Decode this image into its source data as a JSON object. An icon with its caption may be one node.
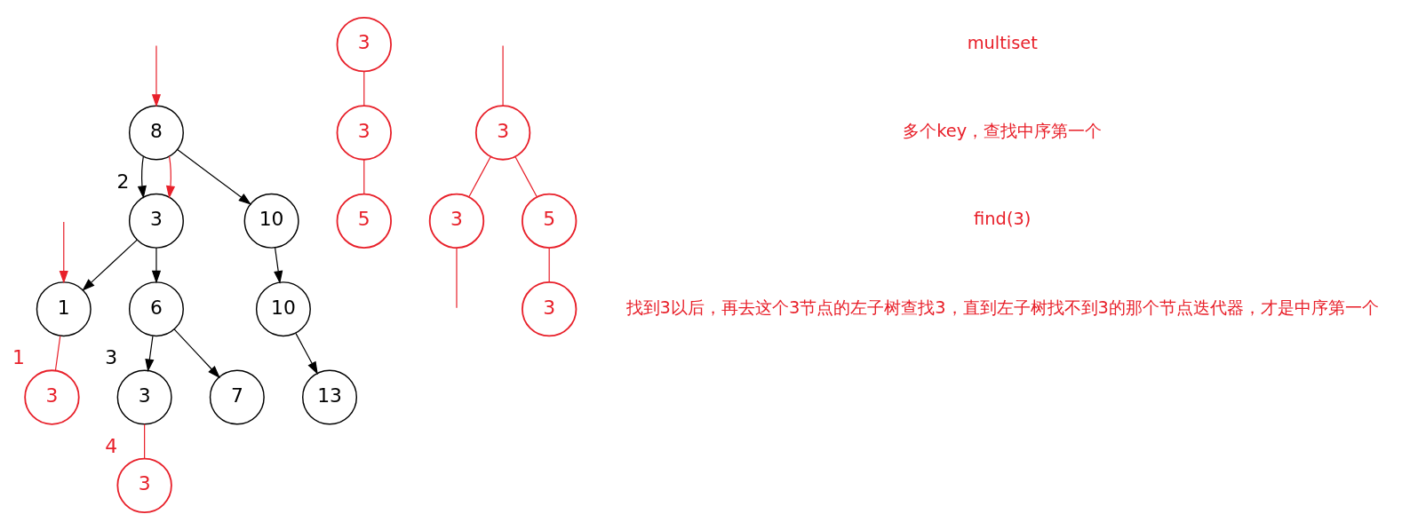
{
  "diagram": {
    "nodes": [
      {
        "text": [
          "8"
        ]
      },
      {
        "text": [
          "3"
        ],
        "beside": [
          "2"
        ]
      },
      {
        "text": [
          "10"
        ]
      },
      {
        "text": [
          "1"
        ]
      },
      {
        "text": [
          "6"
        ]
      },
      {
        "text": [
          "10"
        ]
      },
      {
        "text": [
          "3"
        ],
        "beside": [
          "3"
        ]
      },
      {
        "text": [
          "7"
        ]
      },
      {
        "text": [
          "13"
        ]
      },
      {
        "text": [
          "3"
        ],
        "beside": [
          "1"
        ]
      },
      {
        "text": [
          "3"
        ],
        "beside": [
          "4"
        ]
      },
      {
        "text": [
          "3"
        ]
      },
      {
        "text": [
          "3"
        ]
      },
      {
        "text": [
          "5"
        ]
      },
      {
        "text": [
          "3"
        ]
      },
      {
        "text": [
          "3"
        ]
      },
      {
        "text": [
          "5"
        ]
      },
      {
        "text": [
          "3"
        ]
      }
    ],
    "edges": [
      {
        "from": 0,
        "to": 1,
        "arrow": "to",
        "color": "#000000"
      },
      {
        "from": 0,
        "to": 2,
        "arrow": "to",
        "color": "#000000"
      },
      {
        "from": 1,
        "to": 3,
        "arrow": "to",
        "color": "#000000"
      },
      {
        "from": 1,
        "to": 4,
        "arrow": "to",
        "color": "#000000"
      },
      {
        "from": 2,
        "to": 5,
        "arrow": "to",
        "color": "#000000"
      },
      {
        "from": 4,
        "to": 6,
        "arrow": "to",
        "color": "#000000"
      },
      {
        "from": 4,
        "to": 7,
        "arrow": "to",
        "color": "#000000"
      },
      {
        "from": 5,
        "to": 8,
        "arrow": "to",
        "color": "#000000"
      },
      {
        "from": 3,
        "to": 9,
        "arrow": "none"
      },
      {
        "from": 6,
        "to": 10,
        "arrow": "none"
      },
      {
        "from": null,
        "to": 0,
        "arrow": "to"
      },
      {
        "from": 0,
        "to": 1,
        "arrow": "to"
      },
      {
        "from": null,
        "to": 3,
        "arrow": "to"
      },
      {
        "from": 11,
        "to": 12,
        "arrow": "none"
      },
      {
        "from": 12,
        "to": 13,
        "arrow": "none"
      },
      {
        "from": null,
        "to": 14,
        "arrow": "none"
      },
      {
        "from": 14,
        "to": 15,
        "arrow": "none"
      },
      {
        "from": 14,
        "to": 16,
        "arrow": "none"
      },
      {
        "from": 15,
        "to": null,
        "arrow": "none"
      },
      {
        "from": 16,
        "to": 17,
        "arrow": "none"
      }
    ],
    "labels": [
      "multiset",
      "多个key，查找中序第一个",
      "find(3)",
      "找到3以后，再去这个3节点的左子树查找3，直到左子树找不到3的那个节点迭代器，才是中序第一个"
    ]
  }
}
